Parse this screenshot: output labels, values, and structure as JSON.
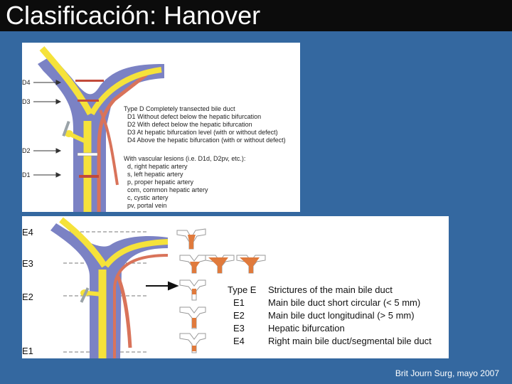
{
  "title": "Clasificación: Hanover",
  "panel_d": {
    "levels": [
      "D4",
      "D3",
      "D2",
      "D1"
    ],
    "heading": "Type D   Completely transected bile duct",
    "items": [
      "D1        Without defect below the hepatic bifurcation",
      "D2        With defect below the hepatic bifurcation",
      "D3        At hepatic bifurcation level (with or without defect)",
      "D4        Above the hepatic bifurcation (with or without defect)"
    ],
    "vascular_heading": "With vascular lesions (i.e. D1d, D2pv, etc.):",
    "vascular_items": [
      "d, right hepatic artery",
      "s, left hepatic artery",
      "p, proper hepatic artery",
      "com, common hepatic artery",
      "c, cystic artery",
      "pv, portal vein"
    ]
  },
  "panel_e": {
    "levels": [
      "E4",
      "E3",
      "E2",
      "E1"
    ],
    "heading_code": "Type E",
    "heading_text": "Strictures of the main bile duct",
    "items": [
      {
        "code": "E1",
        "text": "Main bile duct short circular (< 5 mm)"
      },
      {
        "code": "E2",
        "text": "Main bile duct longitudinal (> 5 mm)"
      },
      {
        "code": "E3",
        "text": "Hepatic bifurcation"
      },
      {
        "code": "E4",
        "text": "Right main bile duct/segmental bile duct"
      }
    ]
  },
  "credit": "Brit Journ Surg, mayo 2007",
  "colors": {
    "background": "#3468a0",
    "title_bar": "#0c0c0c",
    "bile_duct": "#f5e23a",
    "portal_vein": "#7b82c4",
    "artery": "#d9735a",
    "stricture": "#e07a3c"
  }
}
